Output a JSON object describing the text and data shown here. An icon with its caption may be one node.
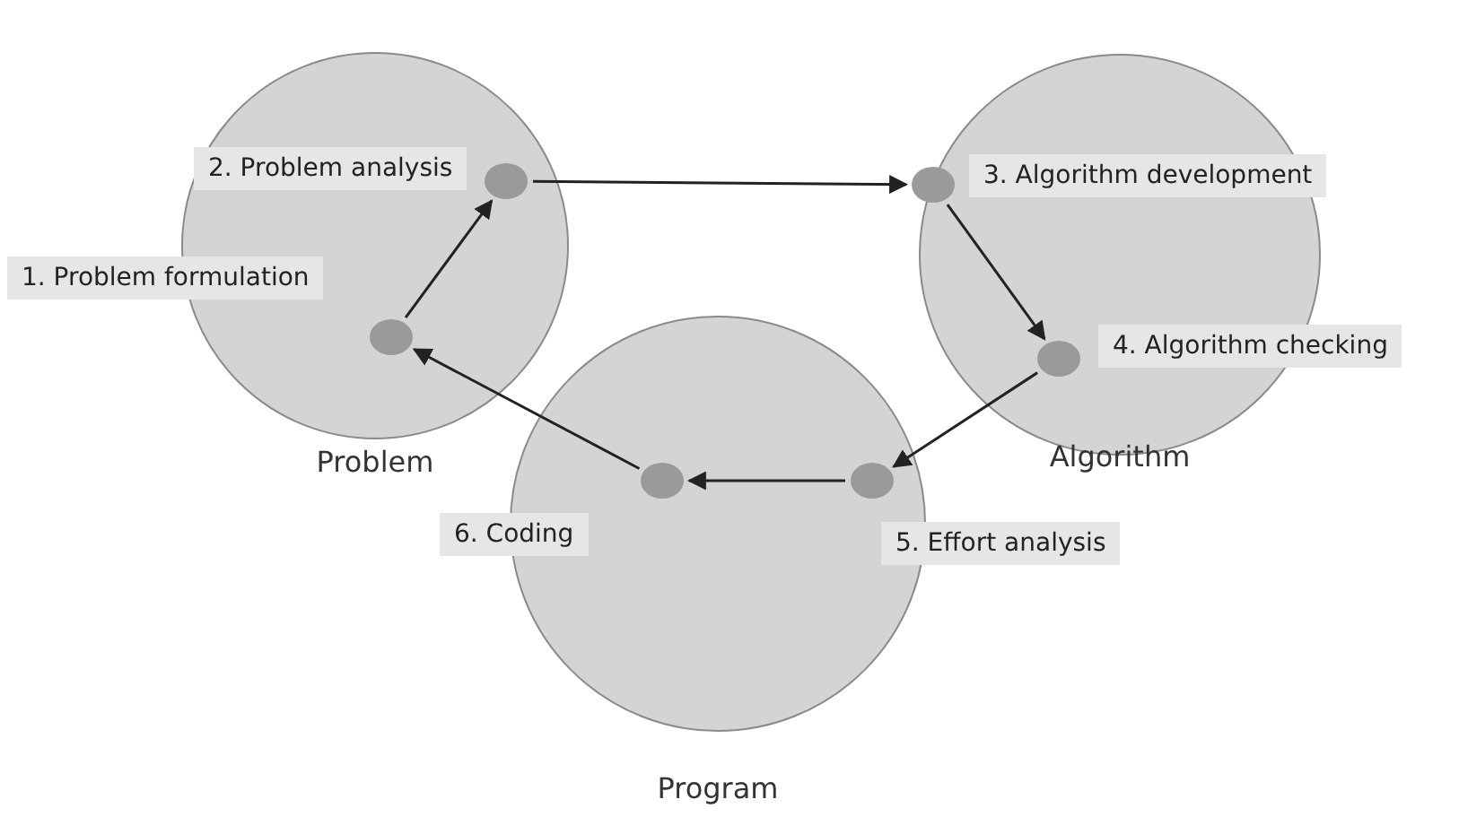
{
  "diagram": {
    "nodes": [
      {
        "text": [
          "Problem"
        ]
      },
      {
        "text": [],
        "shape": "circle",
        "in": 0,
        "beside": [
          "1. Problem formulation"
        ]
      },
      {
        "text": [],
        "shape": "circle",
        "in": 0,
        "beside": [
          "2. Problem analysis"
        ]
      },
      {
        "text": [
          "Algorithm"
        ]
      },
      {
        "text": [],
        "shape": "circle",
        "in": 3,
        "beside": [
          "3. Algorithm development"
        ]
      },
      {
        "text": [],
        "shape": "circle",
        "in": 3,
        "beside": [
          "4. Algorithm checking"
        ]
      },
      {
        "text": [
          "Program"
        ]
      },
      {
        "text": [],
        "shape": "circle",
        "in": 6,
        "beside": [
          "5. Effort analysis"
        ]
      },
      {
        "text": [],
        "shape": "circle",
        "in": 6,
        "beside": [
          "6. Coding"
        ]
      }
    ],
    "edges": [
      {
        "from": 1,
        "to": 2,
        "arrow": "to"
      },
      {
        "from": 2,
        "to": 4,
        "arrow": "to"
      },
      {
        "from": 4,
        "to": 5,
        "arrow": "to"
      },
      {
        "from": 5,
        "to": 7,
        "arrow": "to"
      },
      {
        "from": 7,
        "to": 8,
        "arrow": "to"
      },
      {
        "from": 8,
        "to": 1,
        "arrow": "to"
      }
    ]
  }
}
